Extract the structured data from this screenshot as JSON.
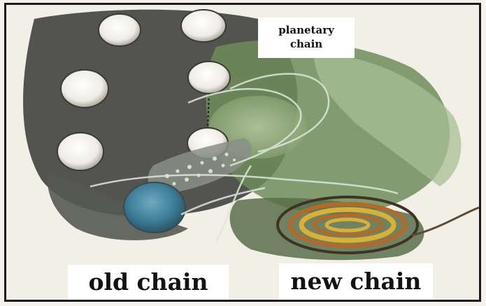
{
  "labels": {
    "planetary_line1": "planetary",
    "planetary_line2": "chain",
    "old_chain": "old chain",
    "new_chain": "new chain"
  },
  "colors": {
    "dark_region": "#4a4a47",
    "green_region": "#6f8c5a",
    "light_green": "#a8bf94",
    "moon": "#f2f0ea",
    "blue_globe": "#3f7f9a",
    "spiral_yellow": "#d8b13a",
    "spiral_orange": "#b06a2c",
    "border": "#1b1b1b"
  }
}
